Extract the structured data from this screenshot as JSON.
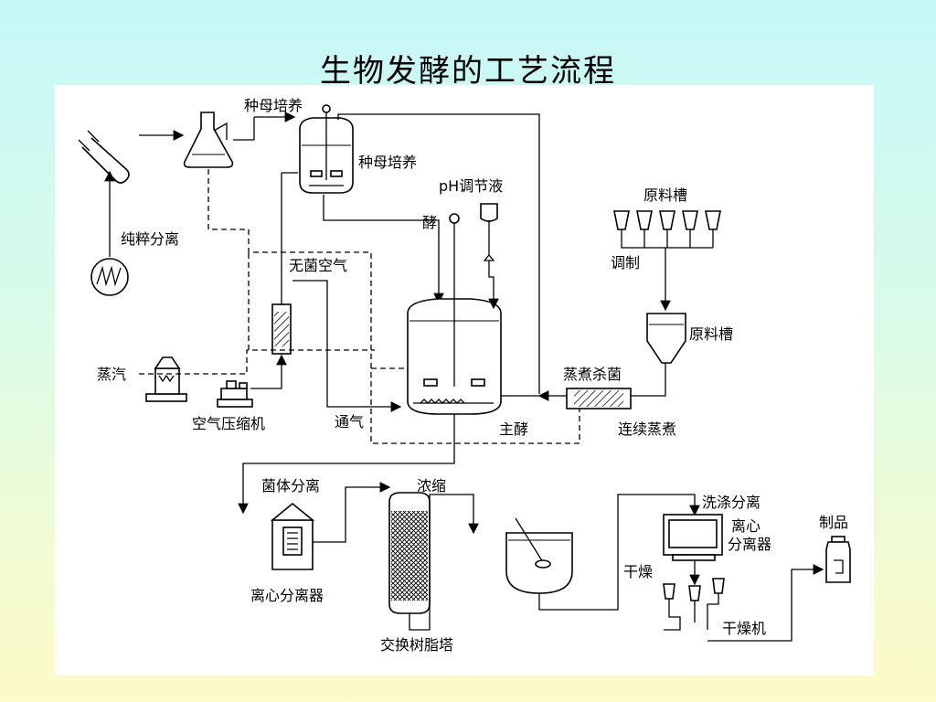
{
  "title": "生物发酵的工艺流程",
  "labels": {
    "seed_culture_top": "种母培养",
    "seed_culture_side": "种母培养",
    "ph_solution": "pH调节液",
    "enzyme": "酵",
    "raw_tank_top": "原料槽",
    "blending": "调制",
    "raw_tank_side": "原料槽",
    "pure_isolation": "纯粹分离",
    "sterile_air": "无菌空气",
    "steam": "蒸汽",
    "cook_sterilize": "蒸煮杀菌",
    "air_compressor": "空气压缩机",
    "aeration": "通气",
    "main_fermentation": "主酵",
    "continuous_cooking": "连续蒸煮",
    "cell_separation": "菌体分离",
    "concentration": "浓缩",
    "wash_separation": "洗涤分离",
    "product": "制品",
    "centrifuge_label": "离心\n分离器",
    "centrifuge_line1": "离心",
    "centrifuge_line2": "分离器",
    "drying": "干燥",
    "centrifugal_separator": "离心分离器",
    "dryer": "干燥机",
    "ion_exchange_column": "交换树脂塔"
  }
}
